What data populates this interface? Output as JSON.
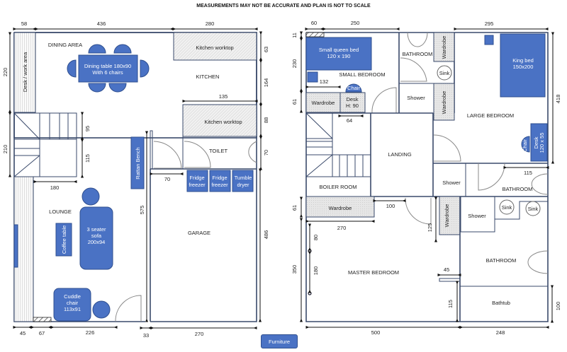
{
  "title": "MEASUREMENTS MAY NOT BE ACCURATE AND PLAN IS NOT TO SCALE",
  "legend": {
    "label": "Furniture",
    "color": "#4a72c4"
  },
  "ground_floor": {
    "rooms": {
      "dining": "DINING AREA",
      "kitchen": "KITCHEN",
      "lounge": "LOUNGE",
      "toilet": "TOILET",
      "garage": "GARAGE"
    },
    "fixtures": {
      "desk_area": "Desk / work area",
      "worktop1": "Kitchen worktop",
      "worktop2": "Kitchen worktop"
    },
    "furniture": {
      "dining_table_l1": "Dining table 180x90",
      "dining_table_l2": "With 6 chairs",
      "rattan": "Rattan Bench",
      "fridge1_l1": "Fridge",
      "fridge1_l2": "freezer",
      "fridge2_l1": "Fridge",
      "fridge2_l2": "freezer",
      "dryer_l1": "Tumble",
      "dryer_l2": "dryer",
      "coffee": "Coffee table",
      "sofa_l1": "3 seater",
      "sofa_l2": "sofa",
      "sofa_l3": "200x94",
      "cuddle_l1": "Cuddle",
      "cuddle_l2": "chair",
      "cuddle_l3": "113x91"
    },
    "dims": {
      "d58": "58",
      "d436": "436",
      "d280": "280",
      "d63": "63",
      "d164": "164",
      "d135": "135",
      "d88": "88",
      "d70v": "70",
      "d220": "220",
      "d210": "210",
      "d95": "95",
      "d115": "115",
      "d180": "180",
      "d70h": "70",
      "d575": "575",
      "d486": "486",
      "d45": "45",
      "d67": "67",
      "d226": "226",
      "d33": "33",
      "d270": "270"
    }
  },
  "first_floor": {
    "rooms": {
      "small_bedroom": "SMALL BEDROOM",
      "bathroom1": "BATHROOM",
      "large_bedroom": "LARGE BEDROOM",
      "landing": "LANDING",
      "boiler": "BOILER ROOM",
      "bathroom2": "BATHROOM",
      "master": "MASTER BEDROOM",
      "bathroom3": "BATHROOM"
    },
    "fixtures": {
      "wardrobe1": "Wardrobe",
      "desk_l1": "Desk",
      "desk_l2": "H: 90",
      "wardrobe2": "Wardrobe",
      "wardrobe3": "Wardrobe",
      "shower1": "Shower",
      "sink1": "Sink",
      "shower2": "Shower",
      "shower3": "Shower",
      "sink2": "Sink",
      "sink3": "Sink",
      "wardrobe4": "Wardrobe",
      "wardrobe5": "Wardrobe",
      "bathtub": "Bathtub"
    },
    "furniture": {
      "queen_l1": "Small queen bed",
      "queen_l2": "120 x 190",
      "chair1": "Chair",
      "king_l1": "King bed",
      "king_l2": "150x200",
      "chair2": "Chair",
      "desk2_l1": "Desk",
      "desk2_l2": "120 x 55"
    },
    "dims": {
      "d60": "60",
      "d250": "250",
      "d295": "295",
      "d11": "11",
      "d230": "230",
      "d132": "132",
      "d61a": "61",
      "d64": "64",
      "d418": "418",
      "d115": "115",
      "d61b": "61",
      "d100": "100",
      "d270": "270",
      "d125": "125",
      "d80": "80",
      "d350": "350",
      "d180": "180",
      "d45": "45",
      "d115b": "115",
      "d500": "500",
      "d248": "248",
      "d100b": "100"
    }
  }
}
